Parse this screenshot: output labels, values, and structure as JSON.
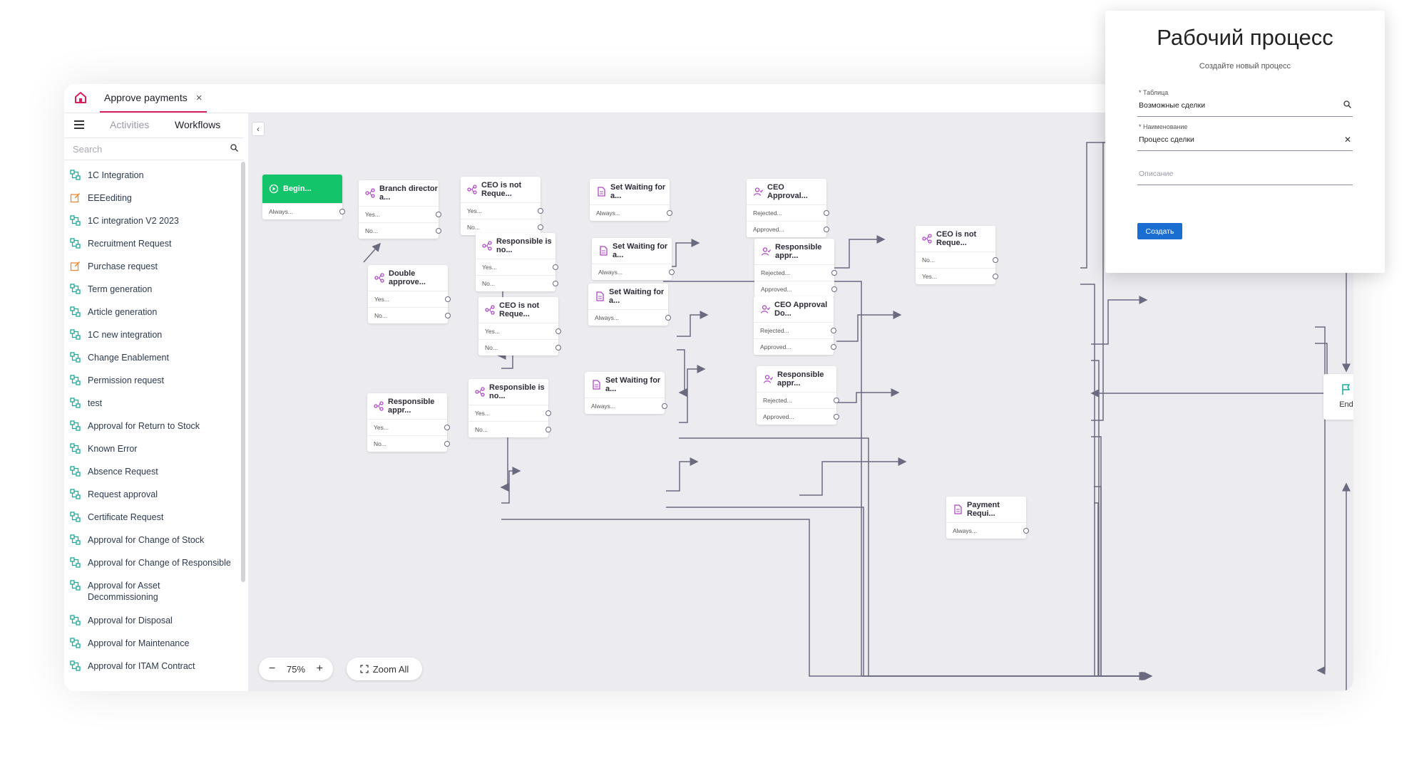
{
  "tab": {
    "title": "Approve payments",
    "close": "×"
  },
  "sidebar": {
    "tabs": [
      "Activities",
      "Workflows"
    ],
    "search_placeholder": "Search",
    "items": [
      {
        "label": "1C Integration",
        "icon": "workflow-icon"
      },
      {
        "label": "EEEediting",
        "icon": "edit-icon"
      },
      {
        "label": "1C integration V2 2023",
        "icon": "workflow-icon"
      },
      {
        "label": "Recruitment Request",
        "icon": "workflow-icon"
      },
      {
        "label": "Purchase request",
        "icon": "edit-icon"
      },
      {
        "label": "Term generation",
        "icon": "workflow-icon"
      },
      {
        "label": "Article generation",
        "icon": "workflow-icon"
      },
      {
        "label": "1C new integration",
        "icon": "workflow-icon"
      },
      {
        "label": "Change Enablement",
        "icon": "workflow-icon"
      },
      {
        "label": "Permission request",
        "icon": "workflow-icon"
      },
      {
        "label": "test",
        "icon": "workflow-icon"
      },
      {
        "label": "Approval for Return to Stock",
        "icon": "workflow-icon"
      },
      {
        "label": "Known Error",
        "icon": "workflow-icon"
      },
      {
        "label": "Absence Request",
        "icon": "workflow-icon"
      },
      {
        "label": "Request approval",
        "icon": "workflow-icon"
      },
      {
        "label": "Certificate Request",
        "icon": "workflow-icon"
      },
      {
        "label": "Approval for Change of Stock",
        "icon": "workflow-icon"
      },
      {
        "label": "Approval for Change of Responsible",
        "icon": "workflow-icon"
      },
      {
        "label": "Approval for Asset Decommissioning",
        "icon": "workflow-icon"
      },
      {
        "label": "Approval for Disposal",
        "icon": "workflow-icon"
      },
      {
        "label": "Approval for Maintenance",
        "icon": "workflow-icon"
      },
      {
        "label": "Approval for ITAM Contract",
        "icon": "workflow-icon"
      }
    ]
  },
  "canvas": {
    "zoom": "75%",
    "zoom_all": "Zoom All",
    "nodes": {
      "begin": {
        "title": "Begin...",
        "rows": [
          "Always..."
        ]
      },
      "branch_director": {
        "title": "Branch director a...",
        "rows": [
          "Yes...",
          "No..."
        ]
      },
      "ceo_not_req_1": {
        "title": "CEO is not Reque...",
        "rows": [
          "Yes...",
          "No..."
        ]
      },
      "set_waiting_1": {
        "title": "Set Waiting for a...",
        "rows": [
          "Always..."
        ]
      },
      "ceo_approval": {
        "title": "CEO Approval...",
        "rows": [
          "Rejected...",
          "Approved..."
        ]
      },
      "responsible_no_1": {
        "title": "Responsible is no...",
        "rows": [
          "Yes...",
          "No..."
        ]
      },
      "set_waiting_2": {
        "title": "Set Waiting for a...",
        "rows": [
          "Always..."
        ]
      },
      "responsible_appr_1": {
        "title": "Responsible appr...",
        "rows": [
          "Rejected...",
          "Approved..."
        ]
      },
      "ceo_not_req_right": {
        "title": "CEO is not Reque...",
        "rows": [
          "No...",
          "Yes..."
        ]
      },
      "double_approve": {
        "title": "Double approve...",
        "rows": [
          "Yes...",
          "No..."
        ]
      },
      "set_waiting_3": {
        "title": "Set Waiting for a...",
        "rows": [
          "Always..."
        ]
      },
      "ceo_not_req_2": {
        "title": "CEO is not Reque...",
        "rows": [
          "Yes...",
          "No..."
        ]
      },
      "ceo_approval_do": {
        "title": "CEO Approval Do...",
        "rows": [
          "Rejected...",
          "Approved..."
        ]
      },
      "end": {
        "title": "End"
      },
      "responsible_appr_left": {
        "title": "Responsible appr...",
        "rows": [
          "Yes...",
          "No..."
        ]
      },
      "responsible_no_2": {
        "title": "Responsible is no...",
        "rows": [
          "Yes...",
          "No..."
        ]
      },
      "set_waiting_4": {
        "title": "Set Waiting for a...",
        "rows": [
          "Always..."
        ]
      },
      "responsible_appr_2": {
        "title": "Responsible appr...",
        "rows": [
          "Rejected...",
          "Approved..."
        ]
      },
      "payment_req": {
        "title": "Payment Requi...",
        "rows": [
          "Always..."
        ]
      }
    }
  },
  "dialog": {
    "title": "Рабочий процесс",
    "subtitle": "Создайте новый процесс",
    "table_label": "* Таблица",
    "table_value": "Возможные сделки",
    "name_label": "* Наименование",
    "name_value": "Процесс сделки",
    "description_placeholder": "Описание",
    "create_button": "Создать"
  },
  "colors": {
    "accent": "#d8215c",
    "begin": "#14c46a",
    "primary_button": "#1a6ed1",
    "wire": "#6a6a80",
    "canvas": "#ececf0"
  }
}
